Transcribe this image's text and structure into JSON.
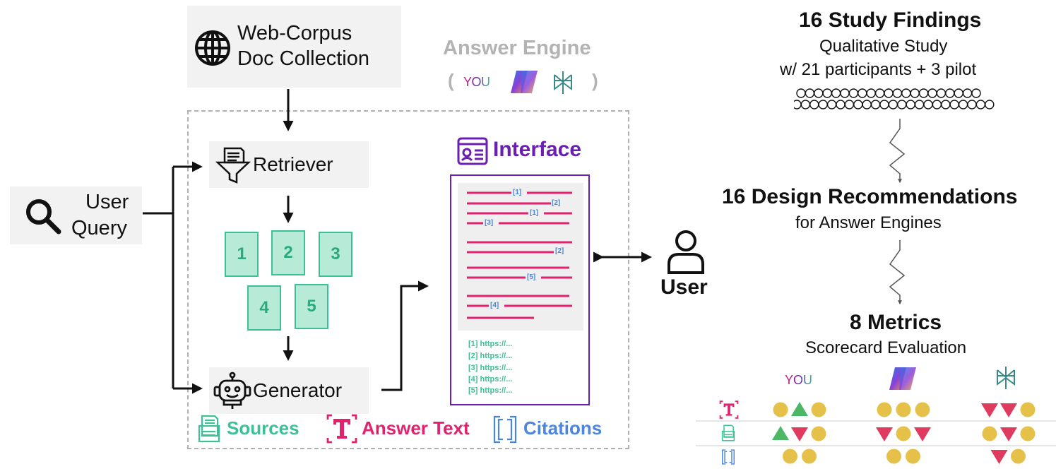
{
  "left": {
    "corpus": {
      "line1": "Web-Corpus",
      "line2": "Doc Collection"
    },
    "query": {
      "line1": "User",
      "line2": "Query"
    },
    "engine_title": "Answer Engine",
    "engine_logo_you": "YOU",
    "engine_paren_open": "(",
    "engine_paren_close": ")",
    "retriever": "Retriever",
    "generator": "Generator",
    "sources": [
      "1",
      "2",
      "3",
      "4",
      "5"
    ],
    "interface_title": "Interface",
    "interface_markers": [
      "[1]",
      "[2]",
      "[1]",
      "[3]",
      "[2]",
      "[5]",
      "[4]"
    ],
    "interface_refs": [
      "[1] https://...",
      "[2] https://...",
      "[3] https://...",
      "[4] https://...",
      "[5] https://..."
    ],
    "user": "User",
    "legend": {
      "sources": "Sources",
      "answer_text": "Answer Text",
      "citations": "Citations"
    }
  },
  "right": {
    "findings_title": "16 Study Findings",
    "findings_sub1": "Qualitative Study",
    "findings_sub2": "w/ 21 participants + 3 pilot",
    "recs_title": "16 Design Recommendations",
    "recs_sub": "for Answer Engines",
    "metrics_title": "8 Metrics",
    "metrics_sub": "Scorecard Evaluation",
    "score_logo_you": "YOU",
    "scorecard": {
      "rows": [
        "answer-text",
        "sources",
        "citations"
      ],
      "columns": [
        "you",
        "copilot",
        "perplexity"
      ],
      "marks": [
        [
          [
            "circle",
            "triangle-up",
            "circle"
          ],
          [
            "circle",
            "circle",
            "circle"
          ],
          [
            "triangle-down",
            "triangle-down",
            "circle"
          ]
        ],
        [
          [
            "triangle-up",
            "triangle-down",
            "circle"
          ],
          [
            "triangle-down",
            "circle",
            "triangle-down"
          ],
          [
            "circle",
            "triangle-down",
            "circle"
          ]
        ],
        [
          [
            "circle",
            "circle"
          ],
          [
            "circle",
            "circle"
          ],
          [
            "triangle-down",
            "circle"
          ]
        ]
      ]
    }
  },
  "colors": {
    "green": "#3dbf98",
    "green_fill": "#b7ebd8",
    "pink": "#e0226f",
    "purple": "#6a1fb0",
    "blue": "#4a86e0",
    "yellow": "#e6c14a",
    "red": "#e03a5e",
    "tri_green": "#4cb865",
    "gray_title": "#b3b3b3"
  },
  "icons": [
    "globe-icon",
    "search-icon",
    "funnel-document-icon",
    "robot-icon",
    "interface-window-icon",
    "user-icon",
    "sources-doc-icon",
    "answer-text-icon",
    "citations-bracket-icon",
    "crowd-icon",
    "you-logo",
    "copilot-logo",
    "perplexity-logo"
  ]
}
